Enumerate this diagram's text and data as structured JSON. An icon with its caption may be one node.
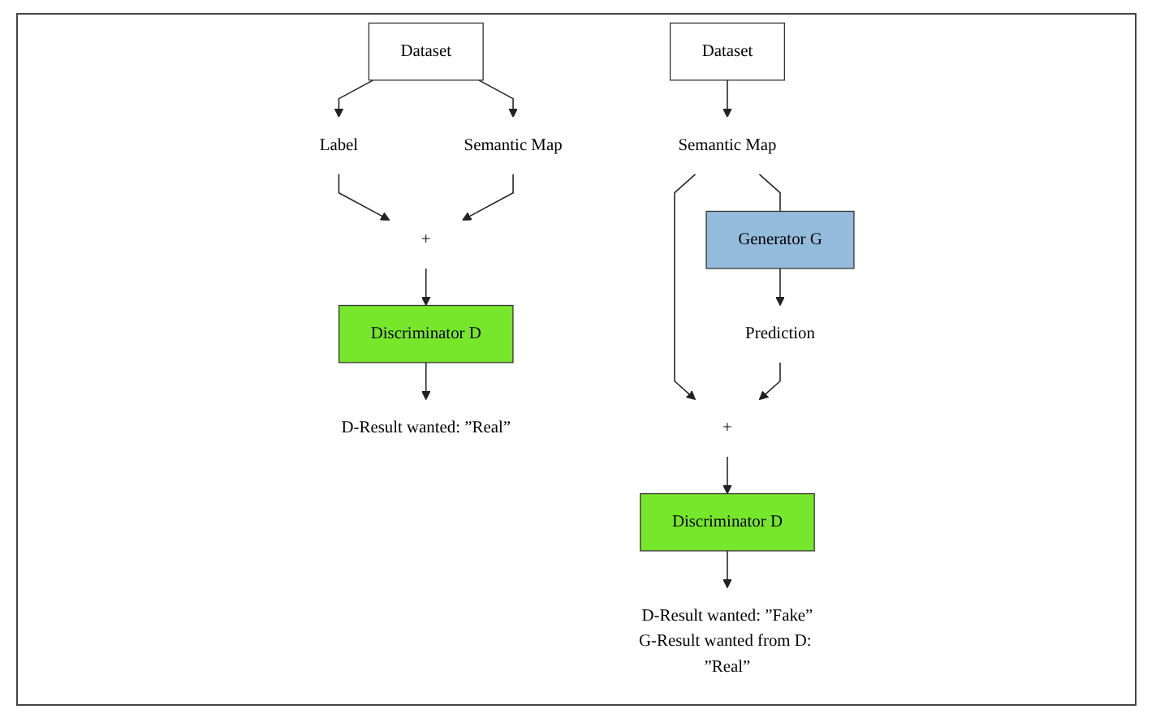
{
  "diagram": {
    "nodes": [
      {
        "text": [
          "Dataset"
        ]
      },
      {
        "text": [
          "Label"
        ]
      },
      {
        "text": [
          "Semantic Map"
        ]
      },
      {
        "text": [
          "+"
        ]
      },
      {
        "text": [
          "Discriminator D"
        ]
      },
      {
        "text": [
          "D-Result wanted: ”Real”"
        ]
      },
      {
        "text": [
          "Dataset"
        ]
      },
      {
        "text": [
          "Semantic Map"
        ]
      },
      {
        "text": [
          "Generator G"
        ]
      },
      {
        "text": [
          "Prediction"
        ]
      },
      {
        "text": [
          "+"
        ]
      },
      {
        "text": [
          "Discriminator D"
        ]
      },
      {
        "text": [
          "D-Result wanted: ”Fake”",
          "G-Result wanted from D: ”Real”"
        ]
      }
    ],
    "edges": [
      {
        "from": 0,
        "to": 1,
        "arrow": "to"
      },
      {
        "from": 0,
        "to": 2,
        "arrow": "to"
      },
      {
        "from": 1,
        "to": 3,
        "arrow": "to"
      },
      {
        "from": 2,
        "to": 3,
        "arrow": "to"
      },
      {
        "from": 3,
        "to": 4,
        "arrow": "to"
      },
      {
        "from": 4,
        "to": 5,
        "arrow": "to"
      },
      {
        "from": 6,
        "to": 7,
        "arrow": "to"
      },
      {
        "from": 7,
        "to": 8,
        "arrow": "none"
      },
      {
        "from": 7,
        "to": 10,
        "arrow": "to"
      },
      {
        "from": 8,
        "to": 9,
        "arrow": "to"
      },
      {
        "from": 9,
        "to": 10,
        "arrow": "to"
      },
      {
        "from": 10,
        "to": 11,
        "arrow": "to"
      },
      {
        "from": 11,
        "to": 12,
        "arrow": "to"
      }
    ]
  }
}
